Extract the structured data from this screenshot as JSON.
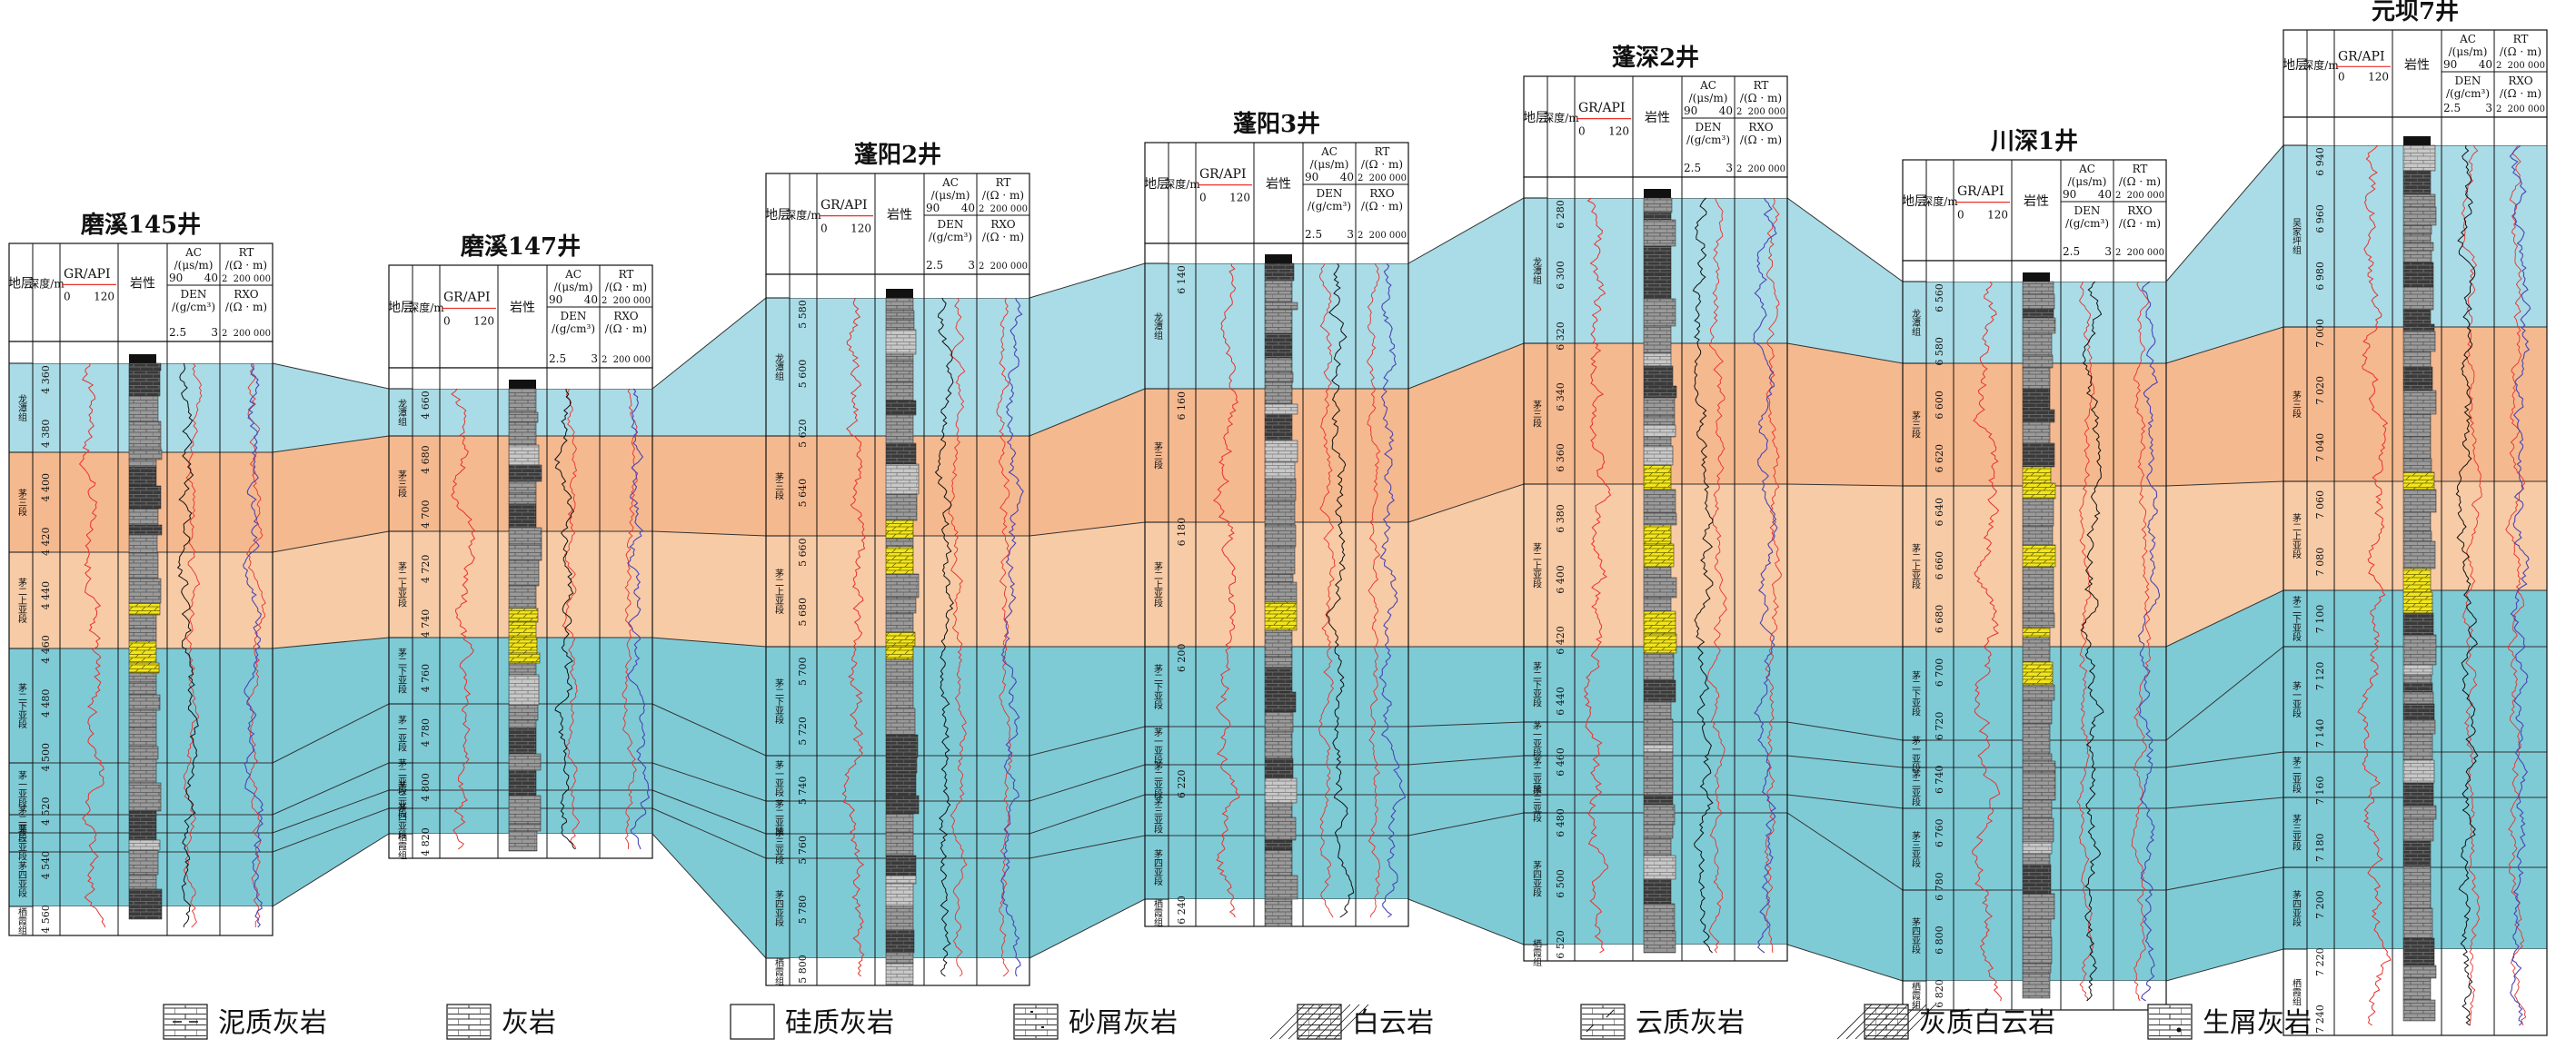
{
  "colors": {
    "zone_band_light": "#a9dce6",
    "zone_band_orange": "#f5b98f",
    "zone_band_peach": "#f7cba6",
    "zone_band_teal": "#7ecbd6",
    "gr_curve": "#e8312c",
    "ac_curve": "#111111",
    "rt_curve": "#4b45b3",
    "rxo_curve": "#e8312c",
    "lith_dark": "#3a3a3a",
    "lith_grey": "#9a9a9a",
    "lith_yellow": "#f2e51c"
  },
  "header": {
    "formation": "地层",
    "depth": "深度/m",
    "gr": "GR/API",
    "gr_min": "0",
    "gr_max": "120",
    "lithology": "岩性",
    "ac": "AC",
    "ac_unit": "/(μs/m)",
    "ac_min": "90",
    "ac_max": "40",
    "den": "DEN",
    "den_unit": "/(g/cm³)",
    "den_min": "2.5",
    "den_max": "3",
    "rt": "RT",
    "rt_unit": "/(Ω · m)",
    "rt_min": "2",
    "rt_max": "200 000",
    "rxo": "RXO",
    "rxo_unit": "/(Ω · m)",
    "rxo_min": "2",
    "rxo_max": "200 000"
  },
  "wells": [
    {
      "name": "磨溪145井",
      "depths": [
        "4 360",
        "4 380",
        "4 400",
        "4 420",
        "4 440",
        "4 460",
        "4 480",
        "4 500",
        "4 520",
        "4 540",
        "4 560"
      ],
      "zones": [
        "龙潭组",
        "茅三段",
        "茅二上亚段",
        "茅二下亚段",
        "茅一亚段",
        "茅二亚段",
        "茅三亚段",
        "茅四亚段",
        "栖霞组"
      ]
    },
    {
      "name": "磨溪147井",
      "depths": [
        "4 660",
        "4 680",
        "4 700",
        "4 720",
        "4 740",
        "4 760",
        "4 780",
        "4 800",
        "4 820"
      ],
      "zones": [
        "龙潭组",
        "茅三段",
        "茅二上亚段",
        "茅二下亚段",
        "茅一亚段",
        "茅二亚段",
        "茅三亚段",
        "茅四亚段",
        "栖霞组"
      ]
    },
    {
      "name": "蓬阳2井",
      "depths": [
        "5 580",
        "5 600",
        "5 620",
        "5 640",
        "5 660",
        "5 680",
        "5 700",
        "5 720",
        "5 740",
        "5 760",
        "5 780",
        "5 800"
      ],
      "zones": [
        "龙潭组",
        "茅三段",
        "茅二上亚段",
        "茅二下亚段",
        "茅一亚段",
        "茅二亚段",
        "茅三亚段",
        "茅四亚段",
        "栖霞组"
      ]
    },
    {
      "name": "蓬阳3井",
      "depths": [
        "6 140",
        "6 160",
        "6 180",
        "6 200",
        "6 220",
        "6 240"
      ],
      "zones": [
        "龙潭组",
        "茅三段",
        "茅二上亚段",
        "茅二下亚段",
        "茅一亚段",
        "茅二亚段",
        "茅三亚段",
        "茅四亚段",
        "栖霞组"
      ]
    },
    {
      "name": "蓬深2井",
      "depths": [
        "6 280",
        "6 300",
        "6 320",
        "6 340",
        "6 360",
        "6 380",
        "6 400",
        "6 420",
        "6 440",
        "6 460",
        "6 480",
        "6 500",
        "6 520"
      ],
      "zones": [
        "龙潭组",
        "茅三段",
        "茅二上亚段",
        "茅二下亚段",
        "茅一亚段",
        "茅二亚段",
        "茅三亚段",
        "茅四亚段",
        "栖霞组"
      ]
    },
    {
      "name": "川深1井",
      "depths": [
        "6 560",
        "6 580",
        "6 600",
        "6 620",
        "6 640",
        "6 660",
        "6 680",
        "6 700",
        "6 720",
        "6 740",
        "6 760",
        "6 780",
        "6 800",
        "6 820"
      ],
      "zones": [
        "龙潭组",
        "茅三段",
        "茅二上亚段",
        "茅二下亚段",
        "茅一亚段",
        "茅二亚段",
        "茅三亚段",
        "茅四亚段",
        "栖霞组"
      ]
    },
    {
      "name": "元坝7井",
      "depths": [
        "6 940",
        "6 960",
        "6 980",
        "7 000",
        "7 020",
        "7 040",
        "7 060",
        "7 080",
        "7 100",
        "7 120",
        "7 140",
        "7 160",
        "7 180",
        "7 200",
        "7 220",
        "7 240"
      ],
      "zones": [
        "吴家坪组",
        "茅三段",
        "茅二上亚段",
        "茅二下亚段",
        "茅一亚段",
        "茅二亚段",
        "茅三亚段",
        "茅四亚段",
        "栖霞组"
      ]
    }
  ],
  "legend": [
    {
      "label": "泥质灰岩",
      "icon": "argillaceous-limestone-pattern"
    },
    {
      "label": "灰岩",
      "icon": "limestone-pattern"
    },
    {
      "label": "硅质灰岩",
      "icon": "siliceous-limestone-pattern"
    },
    {
      "label": "砂屑灰岩",
      "icon": "calcarenite-pattern"
    },
    {
      "label": "白云岩",
      "icon": "dolomite-pattern"
    },
    {
      "label": "云质灰岩",
      "icon": "dolomitic-limestone-pattern"
    },
    {
      "label": "灰质白云岩",
      "icon": "calcareous-dolomite-pattern"
    },
    {
      "label": "生屑灰岩",
      "icon": "bioclastic-limestone-pattern"
    }
  ]
}
